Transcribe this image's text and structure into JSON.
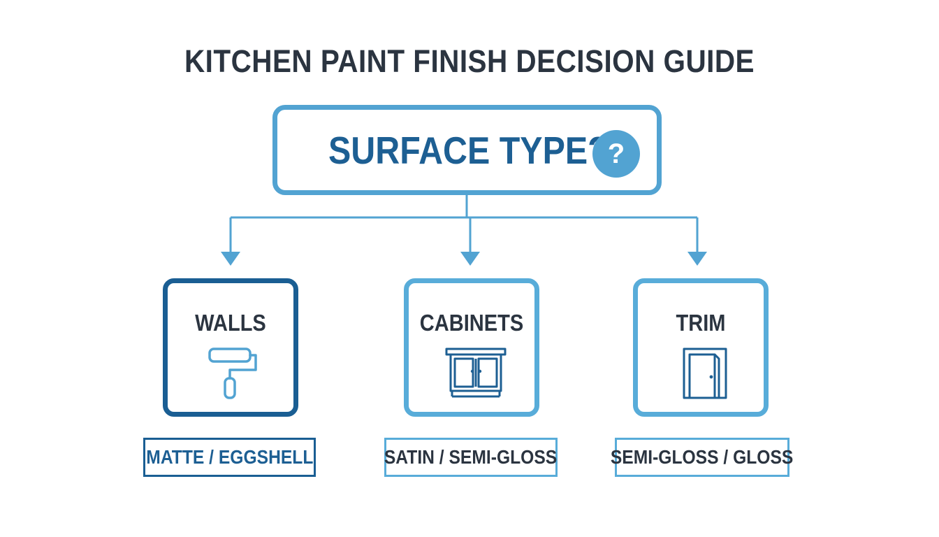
{
  "title": "KITCHEN PAINT FINISH DECISION GUIDE",
  "root": {
    "label": "SURFACE TYPE?",
    "badge": "?"
  },
  "branches": [
    {
      "label": "WALLS",
      "icon": "paint-roller-icon",
      "finish": "MATTE / EGGSHELL"
    },
    {
      "label": "CABINETS",
      "icon": "cabinet-icon",
      "finish": "SATIN / SEMI-GLOSS"
    },
    {
      "label": "TRIM",
      "icon": "door-trim-icon",
      "finish": "SEMI-GLOSS / GLOSS"
    }
  ],
  "colors": {
    "dark_blue": "#1a5e93",
    "light_blue": "#52a3d2",
    "text_dark": "#2b3440"
  }
}
